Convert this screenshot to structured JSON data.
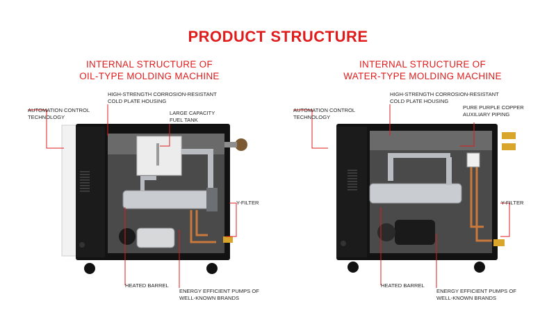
{
  "title": "PRODUCT STRUCTURE",
  "colors": {
    "accent": "#e01b1b",
    "frame": "#111111",
    "panel": "#f2f2f2",
    "steel": "#b9bcc0",
    "copper": "#c9793c",
    "brass": "#d9a52b"
  },
  "left": {
    "subtitle_line1": "INTERNAL STRUCTURE OF",
    "subtitle_line2": "OIL-TYPE MOLDING MACHINE",
    "labels": {
      "automation_1": "AUTOMATION CONTROL",
      "automation_2": "TECHNOLOGY",
      "housing_1": "HIGH-STRENGTH CORROSION-RESISTANT",
      "housing_2": "COLD PLATE HOUSING",
      "tank_1": "LARGE CAPACITY",
      "tank_2": "FUEL TANK",
      "filter": "Y-FILTER",
      "barrel": "HEATED BARREL",
      "pumps_1": "ENERGY EFFICIENT PUMPS OF",
      "pumps_2": "WELL-KNOWN BRANDS"
    }
  },
  "right": {
    "subtitle_line1": "INTERNAL STRUCTURE OF",
    "subtitle_line2": "WATER-TYPE MOLDING MACHINE",
    "labels": {
      "automation_1": "AUTOMATION CONTROL",
      "automation_2": "TECHNOLOGY",
      "housing_1": "HIGH-STRENGTH CORROSION-RESISTANT",
      "housing_2": "COLD PLATE HOUSING",
      "piping_1": "PURE PURPLE COPPER",
      "piping_2": "AUXILIARY PIPING",
      "filter": "Y-FILTER",
      "barrel": "HEATED BARREL",
      "pumps_1": "ENERGY EFFICIENT PUMPS OF",
      "pumps_2": "WELL-KNOWN BRANDS"
    }
  }
}
